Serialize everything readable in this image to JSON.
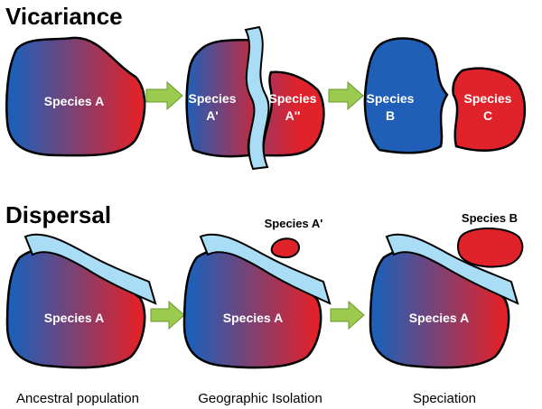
{
  "vicariance": {
    "title": "Vicariance",
    "panel1": {
      "label": "Species A"
    },
    "panel2": {
      "left_line1": "Species",
      "left_line2": "A'",
      "right_line1": "Species",
      "right_line2": "A''"
    },
    "panel3": {
      "left_line1": "Species",
      "left_line2": "B",
      "right_line1": "Species",
      "right_line2": "C"
    }
  },
  "dispersal": {
    "title": "Dispersal",
    "panel1": {
      "label": "Species A"
    },
    "panel2": {
      "label": "Species A",
      "island_label": "Species A'"
    },
    "panel3": {
      "label": "Species A",
      "island_label": "Species B"
    }
  },
  "captions": [
    "Ancestral population",
    "Geographic Isolation",
    "Speciation"
  ],
  "colors": {
    "blue": "#1f5fb8",
    "red": "#e0222a",
    "water": "#a9dcf5",
    "arrow": "#9acb4e",
    "outline": "#000000"
  }
}
